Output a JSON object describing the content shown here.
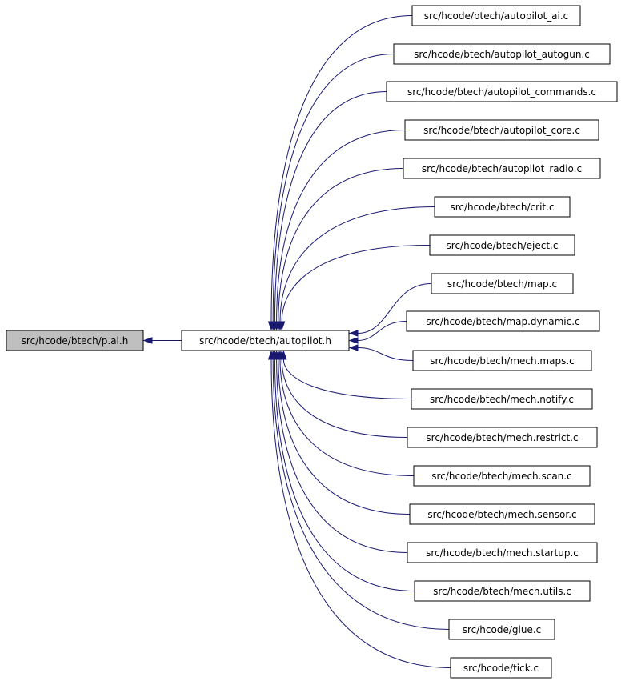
{
  "colors": {
    "edge": "#191970",
    "node_border": "#000000",
    "node_fill": "#ffffff",
    "highlighted_fill": "#bfbfbf"
  },
  "graph": {
    "root": {
      "id": "pai",
      "label": "src/hcode/btech/p.ai.h",
      "highlighted": true
    },
    "hub": {
      "id": "autopilot",
      "label": "src/hcode/btech/autopilot.h"
    },
    "includers": [
      "src/hcode/btech/autopilot_ai.c",
      "src/hcode/btech/autopilot_autogun.c",
      "src/hcode/btech/autopilot_commands.c",
      "src/hcode/btech/autopilot_core.c",
      "src/hcode/btech/autopilot_radio.c",
      "src/hcode/btech/crit.c",
      "src/hcode/btech/eject.c",
      "src/hcode/btech/map.c",
      "src/hcode/btech/map.dynamic.c",
      "src/hcode/btech/mech.maps.c",
      "src/hcode/btech/mech.notify.c",
      "src/hcode/btech/mech.restrict.c",
      "src/hcode/btech/mech.scan.c",
      "src/hcode/btech/mech.sensor.c",
      "src/hcode/btech/mech.startup.c",
      "src/hcode/btech/mech.utils.c",
      "src/hcode/glue.c",
      "src/hcode/tick.c"
    ]
  }
}
